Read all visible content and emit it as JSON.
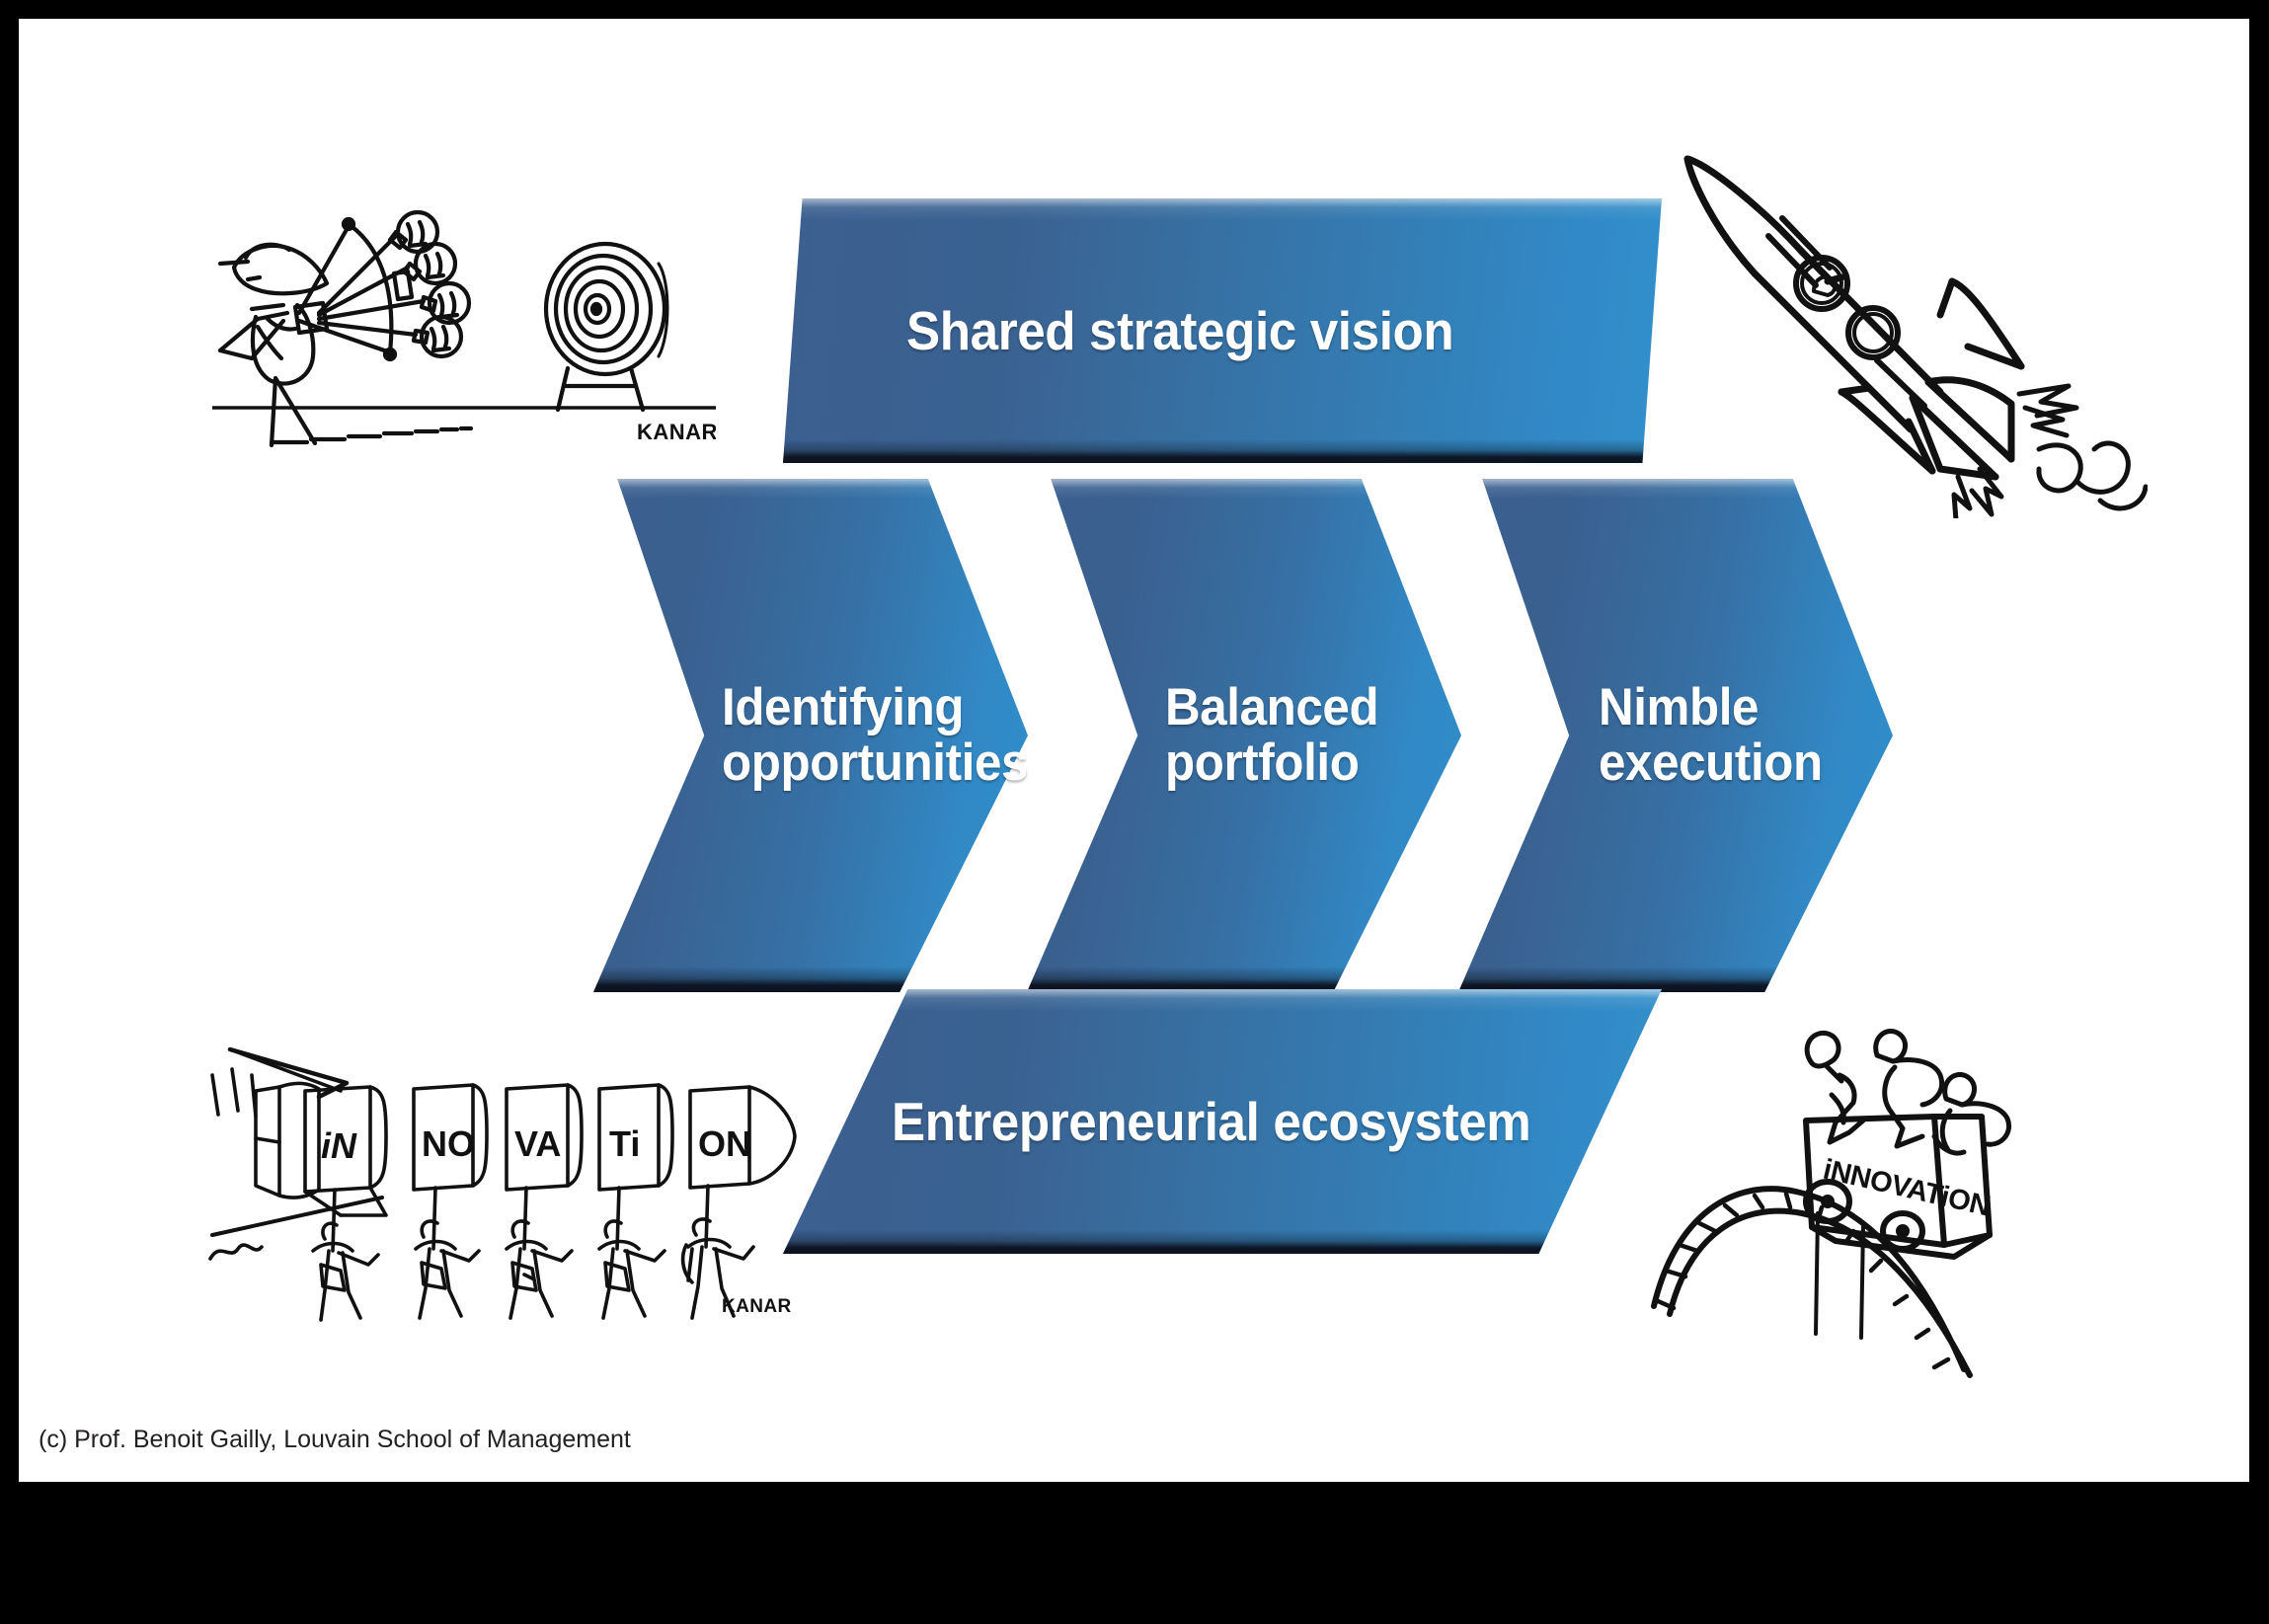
{
  "slide": {
    "background_color": "#ffffff",
    "frame_color": "#000000",
    "accent_dark_blue": "#3c5f90",
    "accent_light_blue": "#3189c6",
    "label_text_color": "#ffffff"
  },
  "diagram": {
    "title_shape": {
      "label": "Shared strategic vision",
      "shape": "parallelogram",
      "position": "top"
    },
    "foundation_shape": {
      "label": "Entrepreneurial ecosystem",
      "shape": "parallelogram",
      "position": "bottom"
    },
    "process_steps": [
      {
        "label": "Identifying\nopportunities",
        "shape": "chevron",
        "order": 1
      },
      {
        "label": "Balanced\nportfolio",
        "shape": "chevron",
        "order": 2
      },
      {
        "label": "Nimble\nexecution",
        "shape": "chevron",
        "order": 3
      }
    ]
  },
  "illustrations": {
    "top_left": {
      "name": "archer-lightbulb-arrows-cartoon",
      "description": "Stick figure archer shooting lightbulb-tipped arrows toward an archery target",
      "signature": "KANAR"
    },
    "top_right": {
      "name": "rocket-launch-cartoon",
      "description": "Hand-drawn rocket with porthole windows launching with flames and a spiral smoke trail"
    },
    "bottom_left": {
      "name": "innovation-march-cartoon",
      "description": "Row of figures carrying placards spelling INNOVATION shaped like a rocket",
      "placards": [
        "iN",
        "NO",
        "VA",
        "Ti",
        "ON"
      ],
      "signature": "KANAR"
    },
    "bottom_right": {
      "name": "innovation-rollercoaster-cartoon",
      "description": "Roller coaster cart labelled iNNOVATiON cresting a track with cheering riders",
      "cart_label": "iNNOVATiON"
    }
  },
  "footer": {
    "credit": "(c) Prof. Benoit Gailly, Louvain School of Management"
  }
}
